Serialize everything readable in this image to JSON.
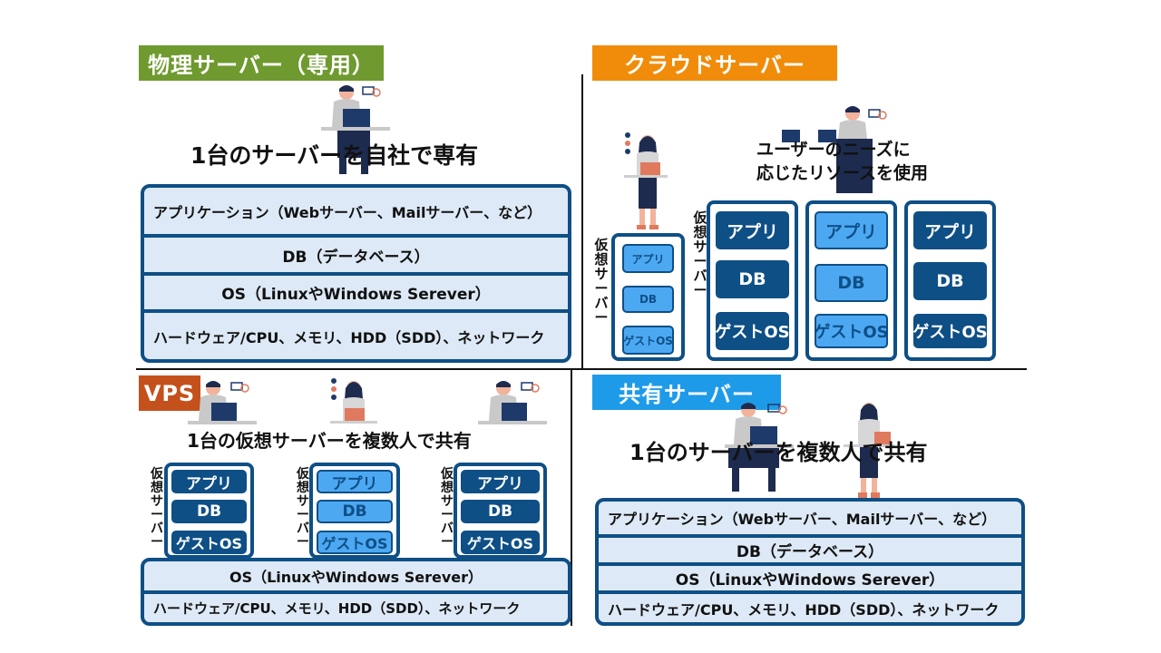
{
  "physical": {
    "title": "物理サーバー（専用）",
    "caption": "1台のサーバーを自社で専有",
    "layers": [
      "アプリケーション（Webサーバー、Mailサーバー、など）",
      "DB（データベース）",
      "OS（LinuxやWindows Serever）",
      "ハードウェア/CPU、メモリ、HDD（SDD）、ネットワーク"
    ]
  },
  "cloud": {
    "title": "クラウドサーバー",
    "caption_line1": "ユーザーのニーズに",
    "caption_line2": "応じたリソースを使用",
    "vlabel": "仮想サーバー",
    "small_vm": [
      "アプリ",
      "DB",
      "ゲストOS"
    ],
    "vms": [
      [
        "アプリ",
        "DB",
        "ゲストOS"
      ],
      [
        "アプリ",
        "DB",
        "ゲストOS"
      ],
      [
        "アプリ",
        "DB",
        "ゲストOS"
      ]
    ]
  },
  "vps": {
    "title": "VPS",
    "caption": "1台の仮想サーバーを複数人で共有",
    "vlabel": "仮想サーバー",
    "vms": [
      [
        "アプリ",
        "DB",
        "ゲストOS"
      ],
      [
        "アプリ",
        "DB",
        "ゲストOS"
      ],
      [
        "アプリ",
        "DB",
        "ゲストOS"
      ]
    ],
    "layers": [
      "OS（LinuxやWindows Serever）",
      "ハードウェア/CPU、メモリ、HDD（SDD）、ネットワーク"
    ]
  },
  "shared": {
    "title": "共有サーバー",
    "caption": "1台のサーバーを複数人で共有",
    "layers": [
      "アプリケーション（Webサーバー、Mailサーバー、など）",
      "DB（データベース）",
      "OS（LinuxやWindows Serever）",
      "ハードウェア/CPU、メモリ、HDD（SDD）、ネットワーク"
    ]
  },
  "colors": {
    "physical_tag": "#6f9a2f",
    "cloud_tag": "#f08c0a",
    "vps_tag": "#c4511c",
    "shared_tag": "#1e9be8",
    "dark_blue": "#0e4f86",
    "light_blue": "#4da8f2",
    "layer_bg": "#dde9f6"
  },
  "icons": [
    "person-laptop-icon"
  ]
}
